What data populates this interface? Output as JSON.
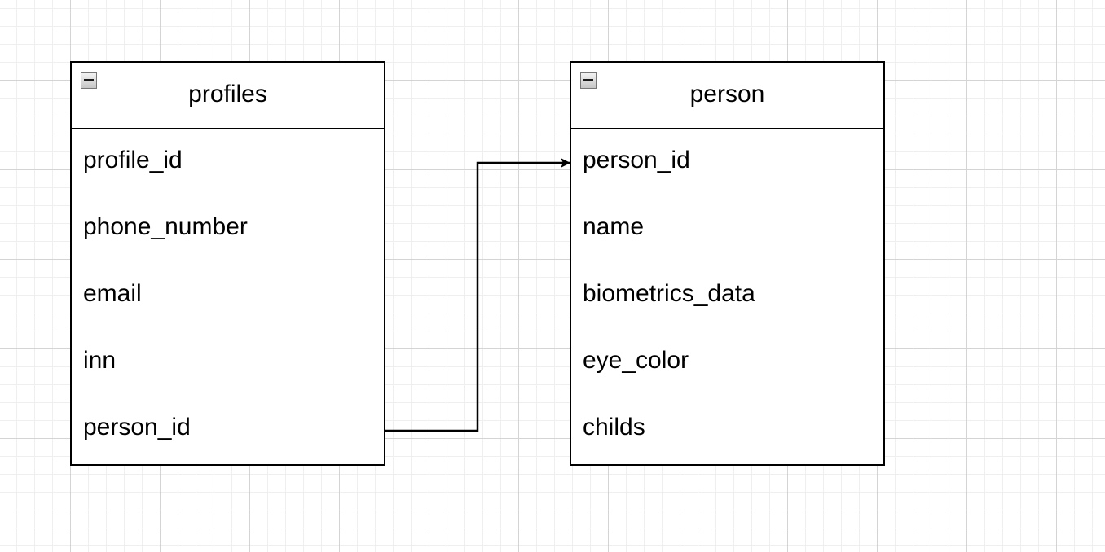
{
  "diagram": {
    "tables": [
      {
        "title": "profiles",
        "fields": [
          "profile_id",
          "phone_number",
          "email",
          "inn",
          "person_id"
        ]
      },
      {
        "title": "person",
        "fields": [
          "person_id",
          "name",
          "biometrics_data",
          "eye_color",
          "childs"
        ]
      }
    ],
    "relationships": [
      {
        "from_table": "profiles",
        "from_field": "person_id",
        "to_table": "person",
        "to_field": "person_id"
      }
    ],
    "colors": {
      "stroke": "#000000",
      "background": "#ffffff",
      "grid_major": "#d4d4d4",
      "grid_minor": "#efefef"
    }
  }
}
